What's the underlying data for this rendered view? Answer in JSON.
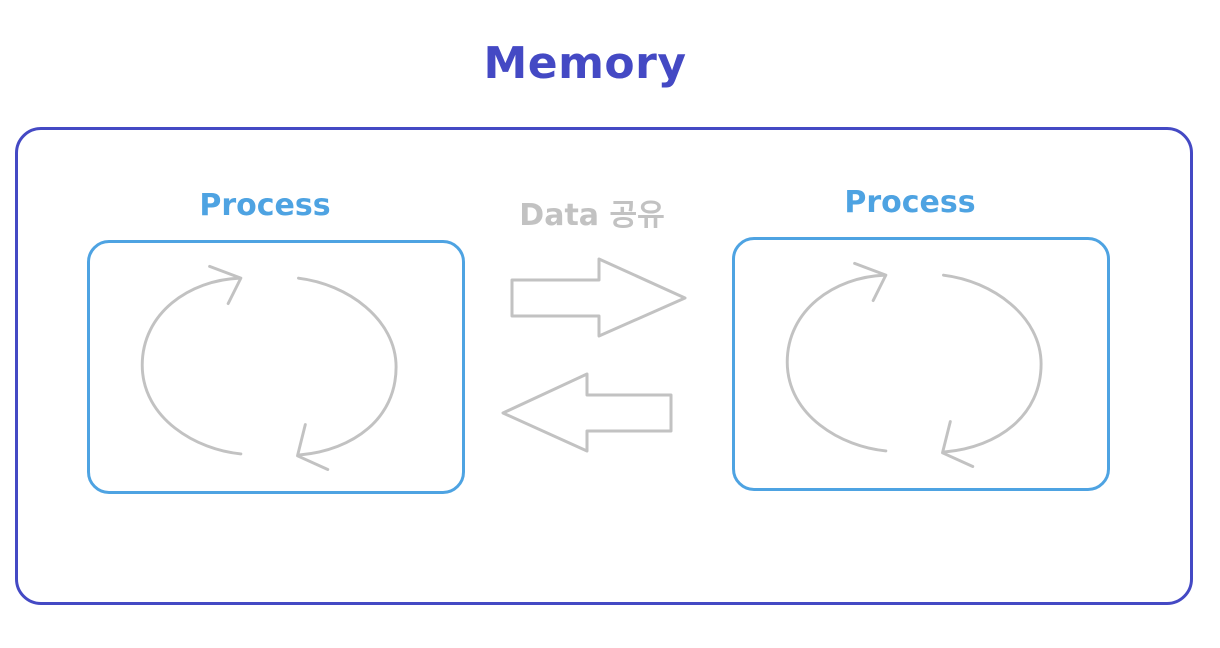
{
  "diagram": {
    "title": "Memory",
    "processes": [
      {
        "label": "Process"
      },
      {
        "label": "Process"
      }
    ],
    "share_label": "Data 공유",
    "colors": {
      "memory": "#4449c4",
      "process": "#4ea3e2",
      "neutral": "#c2c2c2"
    },
    "icons": {
      "process_cycle": "cycle-arrows-icon",
      "share_forward": "arrow-right-icon",
      "share_back": "arrow-left-icon"
    }
  }
}
